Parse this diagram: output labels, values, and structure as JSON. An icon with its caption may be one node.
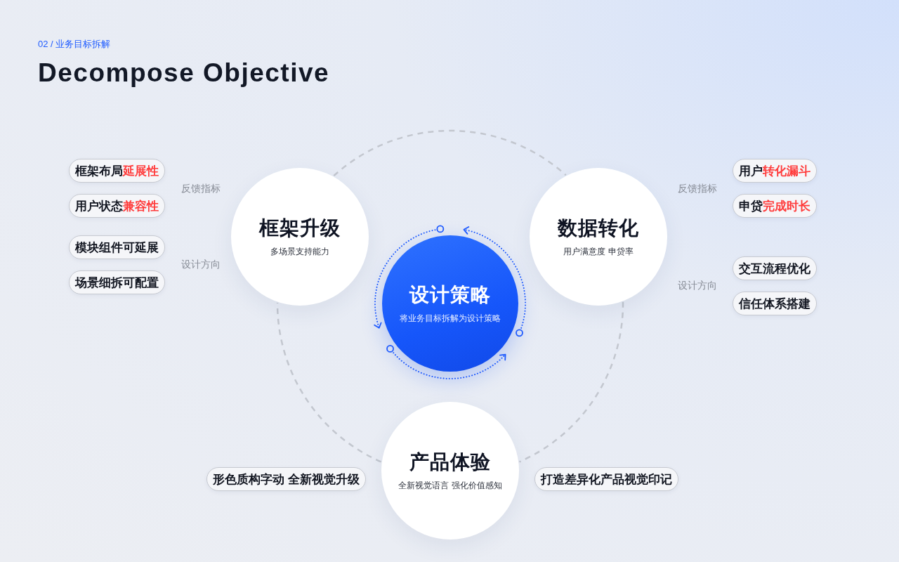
{
  "diagram": {
    "title": "Decompose Objective",
    "nodes": [
      {
        "text": [
          "框架升级",
          "多场景支持能力"
        ]
      },
      {
        "text": [
          "数据转化",
          "用户满意度 申贷率"
        ]
      },
      {
        "text": [
          "设计策略",
          "将业务目标拆解为设计策略"
        ]
      },
      {
        "text": [
          "产品体验",
          "全新视觉语言 强化价值感知"
        ]
      },
      {
        "text": [
          "框架布局**延展性**"
        ]
      },
      {
        "text": [
          "用户状态**兼容性**"
        ]
      },
      {
        "text": [
          "模块组件可延展"
        ]
      },
      {
        "text": [
          "场景细拆可配置"
        ]
      },
      {
        "text": [
          "用户**转化漏斗**"
        ]
      },
      {
        "text": [
          "申贷**完成时长**"
        ]
      },
      {
        "text": [
          "交互流程优化"
        ]
      },
      {
        "text": [
          "信任体系搭建"
        ]
      },
      {
        "text": [
          "形色质构字动 全新视觉升级"
        ]
      },
      {
        "text": [
          "打造差异化产品视觉印记"
        ]
      }
    ],
    "edges": [
      {
        "from": 0,
        "to": 1,
        "arrow": "none",
        "style": "dashed"
      },
      {
        "from": 1,
        "to": 3,
        "arrow": "none",
        "style": "dashed"
      },
      {
        "from": 3,
        "to": 0,
        "arrow": "none",
        "style": "dashed"
      }
    ],
    "labels": [
      "02 / 业务目标拆解",
      "反馈指标",
      "反馈指标",
      "设计方向",
      "设计方向"
    ]
  }
}
